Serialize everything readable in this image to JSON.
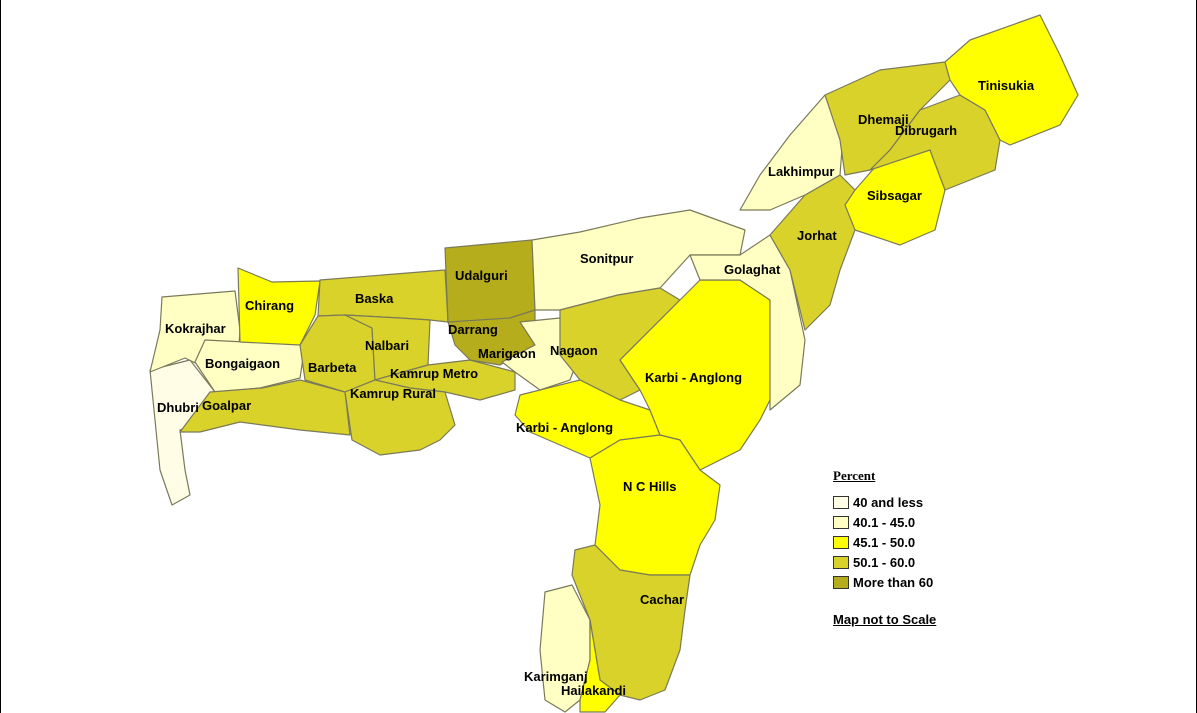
{
  "legend": {
    "title": "Percent",
    "classes": [
      {
        "label": "40 and less",
        "color": "#fffde6"
      },
      {
        "label": "40.1 - 45.0",
        "color": "#ffffc4"
      },
      {
        "label": "45.1 - 50.0",
        "color": "#ffff00"
      },
      {
        "label": "50.1 - 60.0",
        "color": "#d9d22a"
      },
      {
        "label": "More than 60",
        "color": "#b5ad1b"
      }
    ],
    "note": "Map not to Scale"
  },
  "districts": [
    {
      "name": "Dhubri",
      "class": 0
    },
    {
      "name": "Kokrajhar",
      "class": 1
    },
    {
      "name": "Bongaigaon",
      "class": 1
    },
    {
      "name": "Chirang",
      "class": 2
    },
    {
      "name": "Goalpar",
      "class": 3
    },
    {
      "name": "Baska",
      "class": 3
    },
    {
      "name": "Barbeta",
      "class": 3
    },
    {
      "name": "Nalbari",
      "class": 3
    },
    {
      "name": "Kamrup Metro",
      "class": 3
    },
    {
      "name": "Kamrup Rural",
      "class": 3
    },
    {
      "name": "Udalguri",
      "class": 4
    },
    {
      "name": "Darrang",
      "class": 4
    },
    {
      "name": "Marigaon",
      "class": 1
    },
    {
      "name": "Sonitpur",
      "class": 1
    },
    {
      "name": "Nagaon",
      "class": 3
    },
    {
      "name": "Karbi - Anglong",
      "class": 2
    },
    {
      "name": "Karbi - Anglong",
      "class": 2
    },
    {
      "name": "Golaghat",
      "class": 1
    },
    {
      "name": "Jorhat",
      "class": 3
    },
    {
      "name": "Sibsagar",
      "class": 2
    },
    {
      "name": "Lakhimpur",
      "class": 1
    },
    {
      "name": "Dhemaji",
      "class": 3
    },
    {
      "name": "Dibrugarh",
      "class": 3
    },
    {
      "name": "Tinisukia",
      "class": 2
    },
    {
      "name": "N C Hills",
      "class": 2
    },
    {
      "name": "Cachar",
      "class": 3
    },
    {
      "name": "Karimganj",
      "class": 1
    },
    {
      "name": "Hailakandi",
      "class": 2
    }
  ]
}
